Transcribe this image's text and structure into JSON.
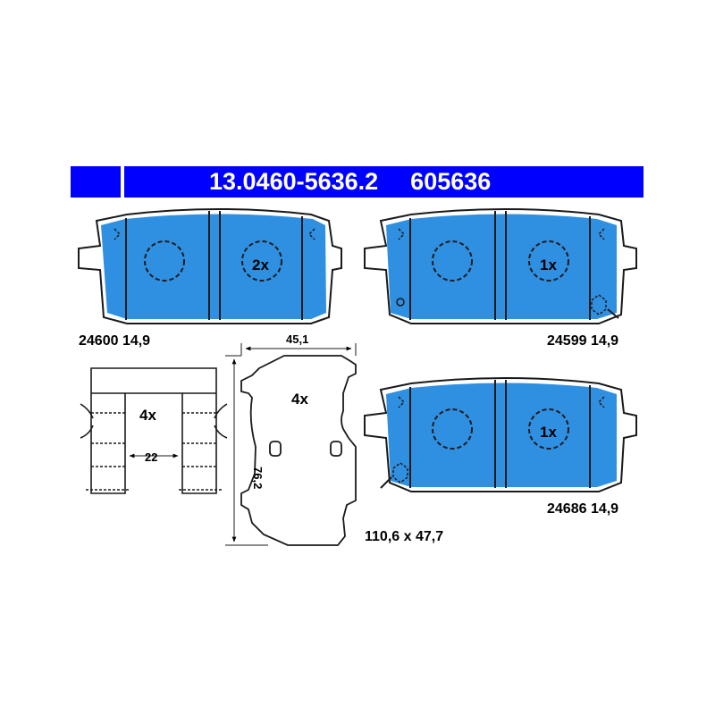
{
  "header": {
    "part_number": "13.0460-5636.2",
    "ref_number": "605636",
    "color": "#0000ff"
  },
  "pads": [
    {
      "code_label": "24600 14,9",
      "count_label": "2x"
    },
    {
      "code_label": "24599 14,9",
      "count_label": "1x"
    },
    {
      "code_label": "24686 14,9",
      "count_label": "1x"
    }
  ],
  "backplate": {
    "count_label": "4x",
    "width_dim": "45,1",
    "height_dim": "76,2",
    "size_label": "110,6 x 47,7"
  },
  "clip": {
    "count_label": "4x",
    "width_dim": "22"
  },
  "colors": {
    "friction": "#2f8fe0",
    "outline": "#1a1a1a"
  }
}
